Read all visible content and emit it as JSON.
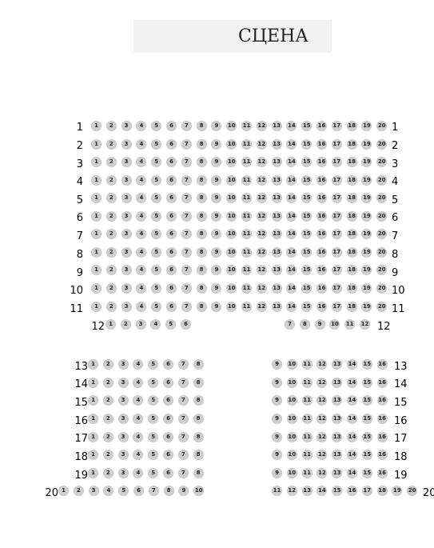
{
  "stage": {
    "label": "СЦЕНА"
  },
  "rows": [
    {
      "label": "1",
      "seats": [
        "1",
        "2",
        "3",
        "4",
        "5",
        "6",
        "7",
        "8",
        "9",
        "10",
        "11",
        "12",
        "13",
        "14",
        "15",
        "16",
        "17",
        "18",
        "19",
        "20"
      ]
    },
    {
      "label": "2",
      "seats": [
        "1",
        "2",
        "3",
        "4",
        "5",
        "6",
        "7",
        "8",
        "9",
        "10",
        "11",
        "12",
        "13",
        "14",
        "15",
        "16",
        "17",
        "18",
        "19",
        "20"
      ]
    },
    {
      "label": "3",
      "seats": [
        "1",
        "2",
        "3",
        "4",
        "5",
        "6",
        "7",
        "8",
        "9",
        "10",
        "11",
        "12",
        "13",
        "14",
        "15",
        "16",
        "17",
        "18",
        "19",
        "20"
      ]
    },
    {
      "label": "4",
      "seats": [
        "1",
        "2",
        "3",
        "4",
        "5",
        "6",
        "7",
        "8",
        "9",
        "10",
        "11",
        "12",
        "13",
        "14",
        "15",
        "16",
        "17",
        "18",
        "19",
        "20"
      ]
    },
    {
      "label": "5",
      "seats": [
        "1",
        "2",
        "3",
        "4",
        "5",
        "6",
        "7",
        "8",
        "9",
        "10",
        "11",
        "12",
        "13",
        "14",
        "15",
        "16",
        "17",
        "18",
        "19",
        "20"
      ]
    },
    {
      "label": "6",
      "seats": [
        "1",
        "2",
        "3",
        "4",
        "5",
        "6",
        "7",
        "8",
        "9",
        "10",
        "11",
        "12",
        "13",
        "14",
        "15",
        "16",
        "17",
        "18",
        "19",
        "20"
      ]
    },
    {
      "label": "7",
      "seats": [
        "1",
        "2",
        "3",
        "4",
        "5",
        "6",
        "7",
        "8",
        "9",
        "10",
        "11",
        "12",
        "13",
        "14",
        "15",
        "16",
        "17",
        "18",
        "19",
        "20"
      ]
    },
    {
      "label": "8",
      "seats": [
        "1",
        "2",
        "3",
        "4",
        "5",
        "6",
        "7",
        "8",
        "9",
        "10",
        "11",
        "12",
        "13",
        "14",
        "15",
        "16",
        "17",
        "18",
        "19",
        "20"
      ]
    },
    {
      "label": "9",
      "seats": [
        "1",
        "2",
        "3",
        "4",
        "5",
        "6",
        "7",
        "8",
        "9",
        "10",
        "11",
        "12",
        "13",
        "14",
        "15",
        "16",
        "17",
        "18",
        "19",
        "20"
      ]
    },
    {
      "label": "10",
      "seats": [
        "1",
        "2",
        "3",
        "4",
        "5",
        "6",
        "7",
        "8",
        "9",
        "10",
        "11",
        "12",
        "13",
        "14",
        "15",
        "16",
        "17",
        "18",
        "19",
        "20"
      ]
    },
    {
      "label": "11",
      "seats": [
        "1",
        "2",
        "3",
        "4",
        "5",
        "6",
        "7",
        "8",
        "9",
        "10",
        "11",
        "12",
        "13",
        "14",
        "15",
        "16",
        "17",
        "18",
        "19",
        "20"
      ]
    },
    {
      "label": "12",
      "seats_left": [
        "1",
        "2",
        "3",
        "4",
        "5",
        "6"
      ],
      "seats_right": [
        "7",
        "8",
        "9",
        "10",
        "11",
        "12"
      ]
    },
    {
      "label": "13",
      "seats_left": [
        "1",
        "2",
        "3",
        "4",
        "5",
        "6",
        "7",
        "8"
      ],
      "seats_right": [
        "9",
        "10",
        "11",
        "12",
        "13",
        "14",
        "15",
        "16"
      ]
    },
    {
      "label": "14",
      "seats_left": [
        "1",
        "2",
        "3",
        "4",
        "5",
        "6",
        "7",
        "8"
      ],
      "seats_right": [
        "9",
        "10",
        "11",
        "12",
        "13",
        "14",
        "15",
        "16"
      ]
    },
    {
      "label": "15",
      "seats_left": [
        "1",
        "2",
        "3",
        "4",
        "5",
        "6",
        "7",
        "8"
      ],
      "seats_right": [
        "9",
        "10",
        "11",
        "12",
        "13",
        "14",
        "15",
        "16"
      ]
    },
    {
      "label": "16",
      "seats_left": [
        "1",
        "2",
        "3",
        "4",
        "5",
        "6",
        "7",
        "8"
      ],
      "seats_right": [
        "9",
        "10",
        "11",
        "12",
        "13",
        "14",
        "15",
        "16"
      ]
    },
    {
      "label": "17",
      "seats_left": [
        "1",
        "2",
        "3",
        "4",
        "5",
        "6",
        "7",
        "8"
      ],
      "seats_right": [
        "9",
        "10",
        "11",
        "12",
        "13",
        "14",
        "15",
        "16"
      ]
    },
    {
      "label": "18",
      "seats_left": [
        "1",
        "2",
        "3",
        "4",
        "5",
        "6",
        "7",
        "8"
      ],
      "seats_right": [
        "9",
        "10",
        "11",
        "12",
        "13",
        "14",
        "15",
        "16"
      ]
    },
    {
      "label": "19",
      "seats_left": [
        "1",
        "2",
        "3",
        "4",
        "5",
        "6",
        "7",
        "8"
      ],
      "seats_right": [
        "9",
        "10",
        "11",
        "12",
        "13",
        "14",
        "15",
        "16"
      ]
    },
    {
      "label": "20",
      "seats_left": [
        "1",
        "2",
        "3",
        "4",
        "5",
        "6",
        "7",
        "8",
        "9",
        "10"
      ],
      "seats_right": [
        "11",
        "12",
        "13",
        "14",
        "15",
        "16",
        "17",
        "18",
        "19",
        "20"
      ]
    }
  ],
  "colors": {
    "seat_fill": "#cfcfcf",
    "stage_bg": "#f1f1f1"
  }
}
